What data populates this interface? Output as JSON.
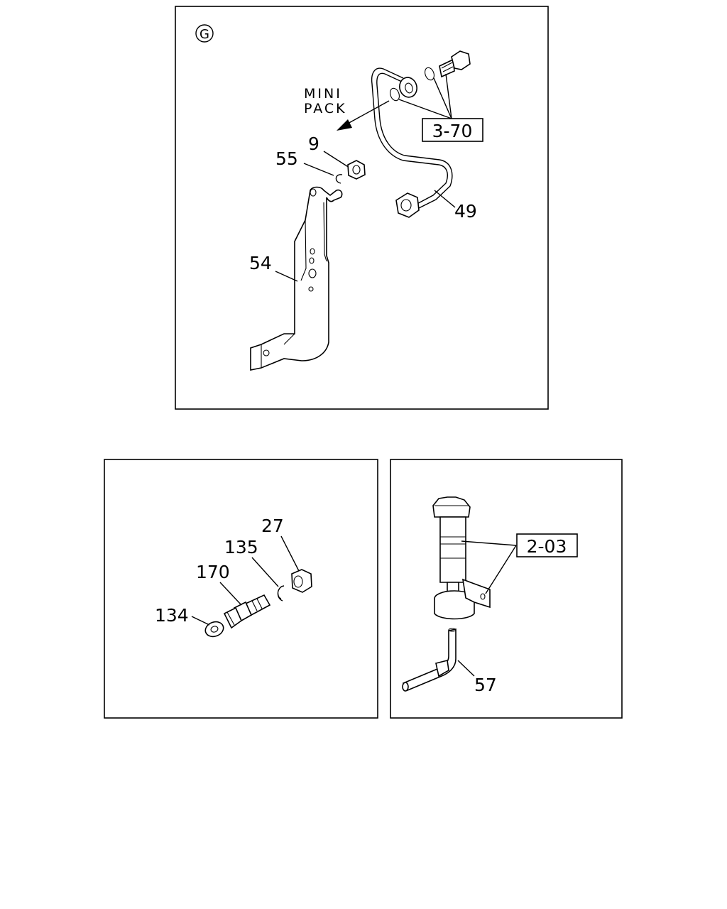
{
  "panel_top": {
    "view_mark": "G",
    "arrow_text_line1": "MINI",
    "arrow_text_line2": "PACK",
    "ref_box": "3-70",
    "callouts": {
      "nut": "9",
      "clip": "55",
      "pipe": "49",
      "bracket": "54"
    }
  },
  "panel_left": {
    "callouts": {
      "nut": "27",
      "snap_ring": "135",
      "stud": "170",
      "washer": "134"
    }
  },
  "panel_right": {
    "ref_box": "2-03",
    "callouts": {
      "elbow": "57"
    }
  }
}
